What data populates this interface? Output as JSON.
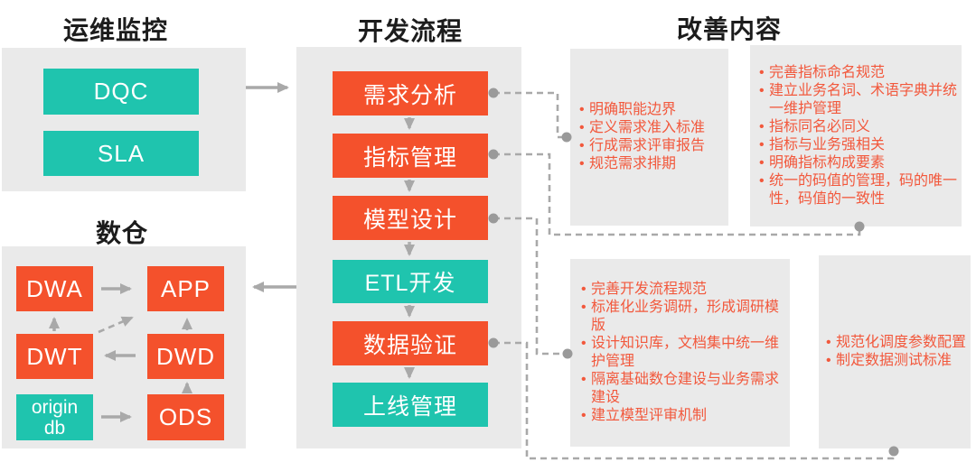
{
  "colors": {
    "box_orange": "#f4512c",
    "box_teal": "#1fc4ae",
    "panel_gray": "#eaeaea",
    "connector_gray": "#a9a9a9",
    "bullet_text": "#f2583c",
    "header_text": "#1c1c1c"
  },
  "ops": {
    "title": "运维监控",
    "nodes": {
      "dqc": "DQC",
      "sla": "SLA"
    }
  },
  "warehouse": {
    "title": "数仓",
    "nodes": {
      "dwa": "DWA",
      "app": "APP",
      "dwt": "DWT",
      "dwd": "DWD",
      "origin": "origin db",
      "ods": "ODS"
    }
  },
  "process": {
    "title": "开发流程",
    "steps": [
      {
        "label": "需求分析"
      },
      {
        "label": "指标管理"
      },
      {
        "label": "模型设计"
      },
      {
        "label": "ETL开发"
      },
      {
        "label": "数据验证"
      },
      {
        "label": "上线管理"
      }
    ]
  },
  "improve": {
    "title": "改善内容",
    "requirements": {
      "items": [
        "明确职能边界",
        "定义需求准入标准",
        "行成需求评审报告",
        "规范需求排期"
      ]
    },
    "metrics": {
      "items": [
        "完善指标命名规范",
        "建立业务名词、术语字典并统一维护管理",
        "指标同名必同义",
        "指标与业务强相关",
        "明确指标构成要素",
        "统一的码值的管理，码的唯一性，码值的一致性"
      ]
    },
    "dev": {
      "items": [
        "完善开发流程规范",
        "标准化业务调研，形成调研模版",
        "设计知识库，文档集中统一维护管理",
        "隔离基础数仓建设与业务需求建设",
        "建立模型评审机制"
      ]
    },
    "test": {
      "items": [
        "规范化调度参数配置",
        "制定数据测试标准"
      ]
    }
  }
}
